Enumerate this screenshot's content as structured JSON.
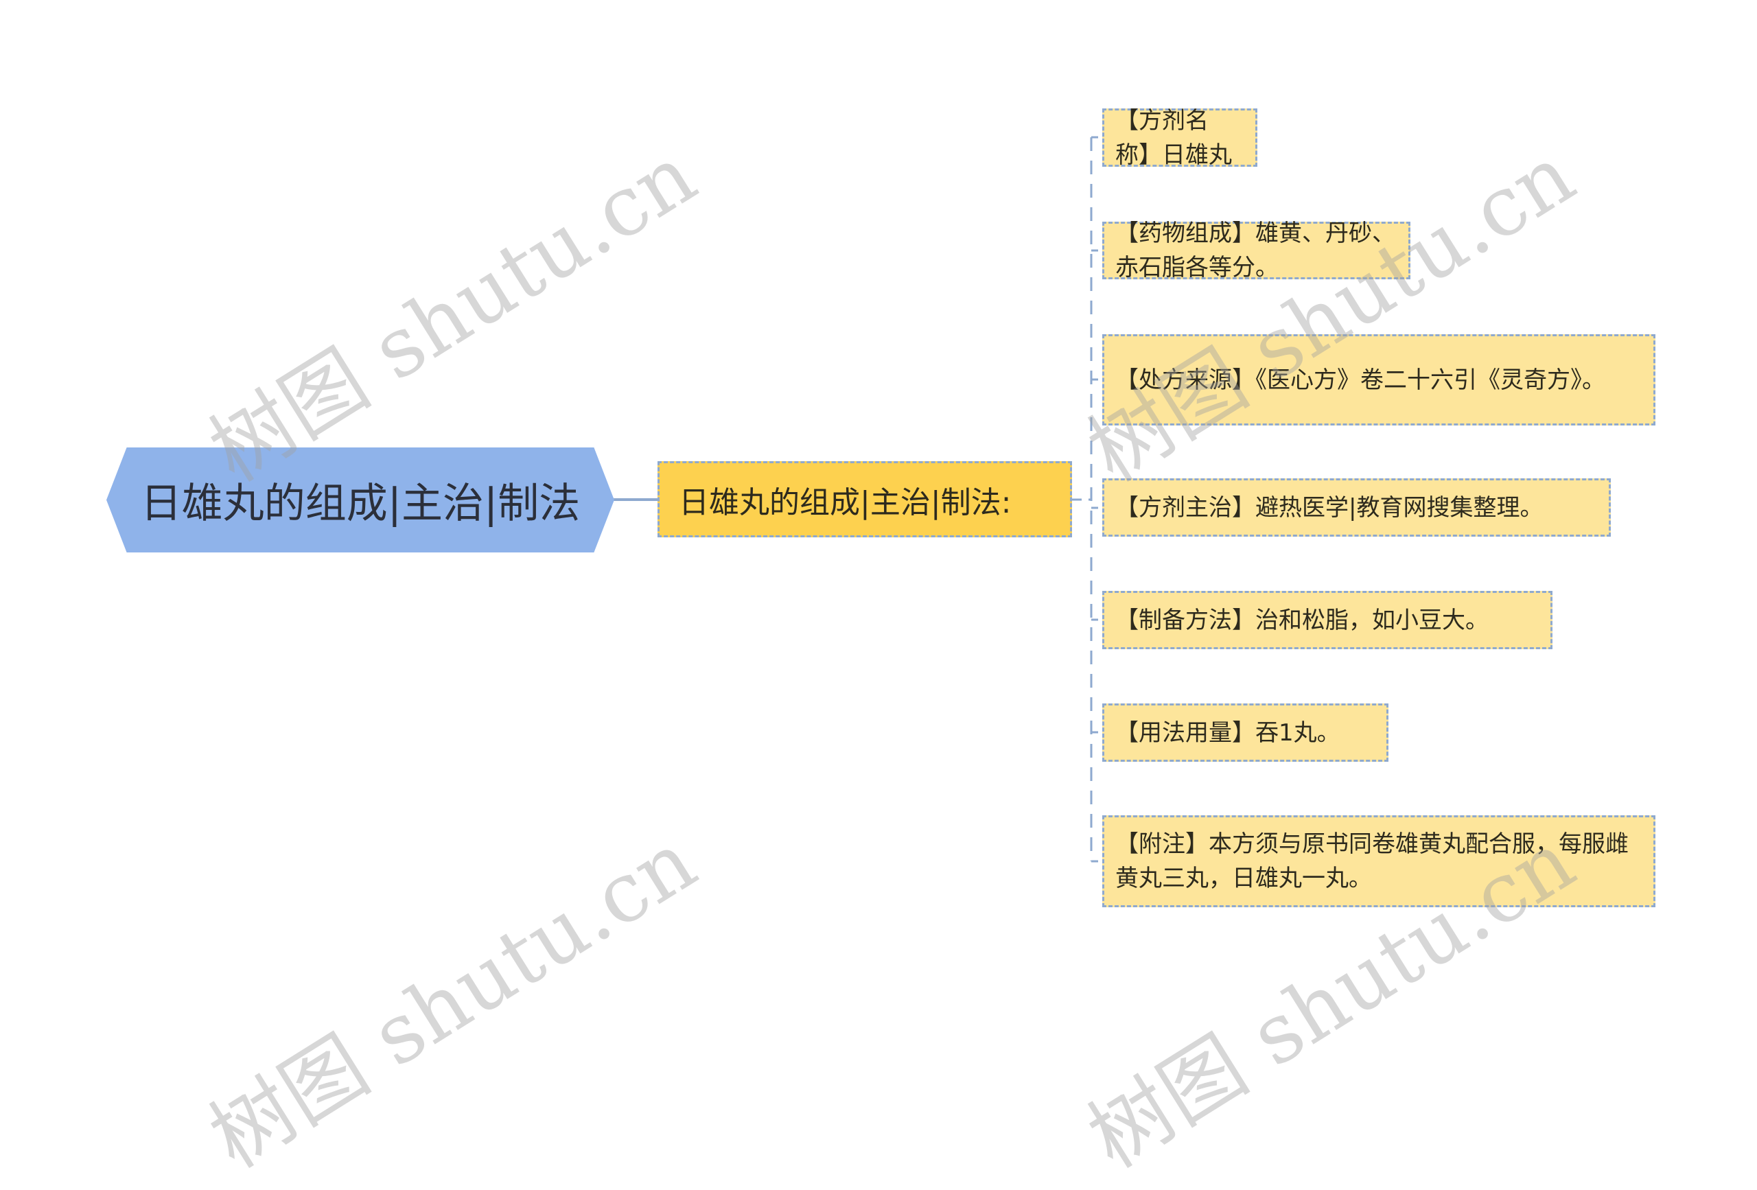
{
  "root": {
    "label": "日雄丸的组成|主治|制法"
  },
  "subtopic": {
    "label": "日雄丸的组成|主治|制法:"
  },
  "leaves": [
    {
      "label": "【方剂名称】日雄丸"
    },
    {
      "label": "【药物组成】雄黄、丹砂、赤石脂各等分。"
    },
    {
      "label": "【处方来源】《医心方》卷二十六引《灵奇方》。"
    },
    {
      "label": "【方剂主治】避热医学|教育网搜集整理。"
    },
    {
      "label": "【制备方法】治和松脂，如小豆大。"
    },
    {
      "label": "【用法用量】吞1丸。"
    },
    {
      "label": "【附注】本方须与原书同卷雄黄丸配合服，每服雌黄丸三丸，日雄丸一丸。"
    }
  ],
  "watermarks": [
    {
      "text": "树图 shutu.cn"
    },
    {
      "text": "树图 shutu.cn"
    },
    {
      "text": "树图 shutu.cn"
    },
    {
      "text": "树图 shutu.cn"
    }
  ],
  "colors": {
    "root_fill": "#8fb3ea",
    "subtopic_fill": "#fdd14f",
    "leaf_fill": "#fde59b",
    "connector": "#8ea9cf"
  }
}
